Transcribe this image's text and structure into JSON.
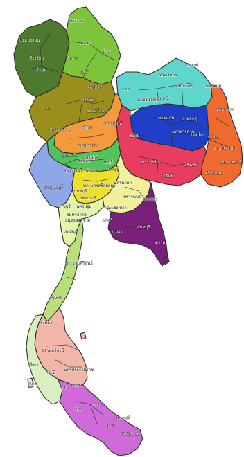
{
  "map": {
    "background": "#ffffff",
    "regions": [
      {
        "id": "north-far",
        "color": "#4d7a2e"
      },
      {
        "id": "north-upper",
        "color": "#7cc43a"
      },
      {
        "id": "north-lower",
        "color": "#9a8f1c"
      },
      {
        "id": "northeast-upper",
        "color": "#5fd6cc"
      },
      {
        "id": "northeast-east",
        "color": "#f06a30"
      },
      {
        "id": "northeast-central",
        "color": "#1f3fc8"
      },
      {
        "id": "northeast-south",
        "color": "#e83d5e"
      },
      {
        "id": "central-north",
        "color": "#f59a3c"
      },
      {
        "id": "central",
        "color": "#52c25a"
      },
      {
        "id": "west",
        "color": "#8fa7e8"
      },
      {
        "id": "bangkok-metro",
        "color": "#ece02b"
      },
      {
        "id": "central-east",
        "color": "#f2f09a"
      },
      {
        "id": "east",
        "color": "#7a1f7a"
      },
      {
        "id": "west-south",
        "color": "#e3f5a8"
      },
      {
        "id": "south-upper",
        "color": "#b8e07a"
      },
      {
        "id": "south-central",
        "color": "#f2b6a8"
      },
      {
        "id": "south-andaman",
        "color": "#d8f0c0"
      },
      {
        "id": "south-deep",
        "color": "#cf6ad8"
      }
    ],
    "labels": [
      "แม่ฮ่องสอน",
      "เชียงใหม่",
      "ลำพูน",
      "เชียงราย",
      "พะเยา",
      "น่าน",
      "ลำปาง",
      "แพร่",
      "ตาก",
      "อุตรดิตถ์",
      "สุโขทัย",
      "พิษณุโลก",
      "กำแพงเพชร",
      "พิจิตร",
      "เพชรบูรณ์",
      "นครสวรรค์",
      "อุทัยธานี",
      "ชัยนาท",
      "ลพบุรี",
      "สิงห์บุรี",
      "อ่างทอง",
      "สระบุรี",
      "สุพรรณบุรี",
      "กาญจนบุรี",
      "พระนครศรีอยุธยา",
      "นครนายก",
      "ปทุมธานี",
      "นนทบุรี",
      "ปราจีนบุรี",
      "สระแก้ว",
      "ราชบุรี",
      "นครปฐม",
      "สมุทรสาคร",
      "สมุทรสงคราม",
      "ฉะเชิงเทรา",
      "ชลบุรี",
      "ระยอง",
      "จันทบุรี",
      "ตราด",
      "เพชรบุรี",
      "ประจวบคีรีขันธ์",
      "ชุมพร",
      "ระนอง",
      "สุราษฎร์ธานี",
      "พังงา",
      "กระบี่",
      "นครศรีธรรมราช",
      "ภูเก็ต",
      "ตรัง",
      "พัทลุง",
      "สตูล",
      "สงขลา",
      "ปัตตานี",
      "ยะลา",
      "นราธิวาส",
      "เลย",
      "หนองบัวลำภู",
      "อุดรธานี",
      "หนองคาย",
      "บึงกาฬ",
      "สกลนคร",
      "นครพนม",
      "มุกดาหาร",
      "ชัยภูมิ",
      "ขอนแก่น",
      "กาฬสินธุ์",
      "มหาสารคาม",
      "ร้อยเอ็ด",
      "ยโสธร",
      "อำนาจเจริญ",
      "นครราชสีมา",
      "บุรีรัมย์",
      "สุรินทร์",
      "ศรีสะเกษ",
      "อุบลราชธานี"
    ]
  }
}
